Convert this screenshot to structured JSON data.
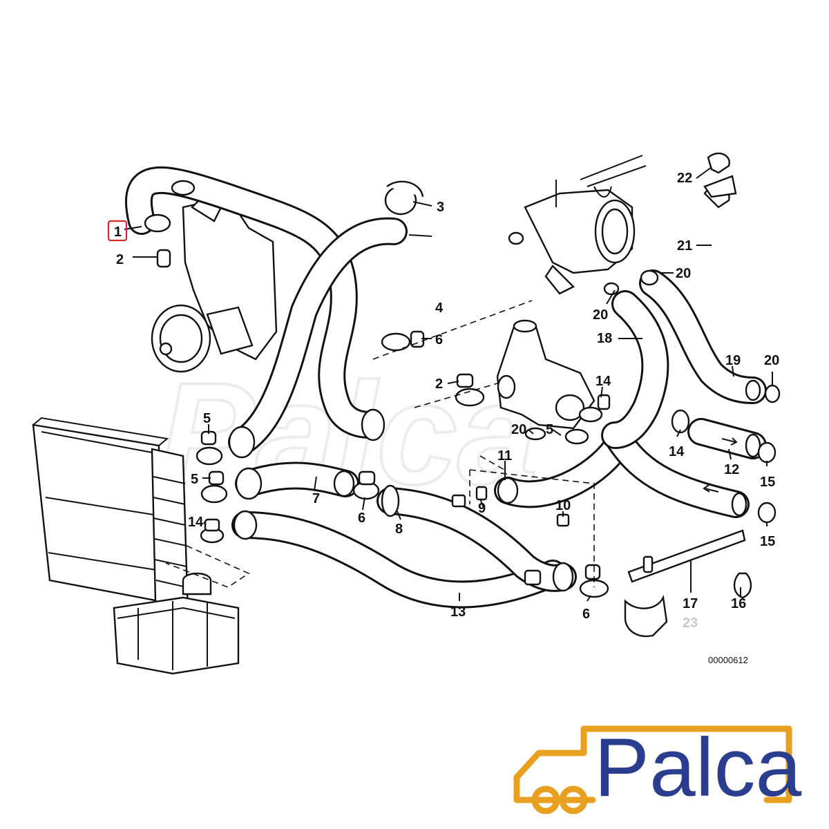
{
  "diagram": {
    "callouts": [
      {
        "id": "1",
        "text": "1",
        "highlighted": true
      },
      {
        "id": "2a",
        "text": "2"
      },
      {
        "id": "3",
        "text": "3"
      },
      {
        "id": "4",
        "text": "4"
      },
      {
        "id": "6a",
        "text": "6"
      },
      {
        "id": "2b",
        "text": "2"
      },
      {
        "id": "14a",
        "text": "14"
      },
      {
        "id": "20a",
        "text": "20"
      },
      {
        "id": "20b",
        "text": "20"
      },
      {
        "id": "22",
        "text": "22"
      },
      {
        "id": "21",
        "text": "21"
      },
      {
        "id": "18",
        "text": "18"
      },
      {
        "id": "19",
        "text": "19"
      },
      {
        "id": "20c",
        "text": "20"
      },
      {
        "id": "5a",
        "text": "5"
      },
      {
        "id": "5b",
        "text": "5"
      },
      {
        "id": "14b",
        "text": "14"
      },
      {
        "id": "7",
        "text": "7"
      },
      {
        "id": "6b",
        "text": "6"
      },
      {
        "id": "8",
        "text": "8"
      },
      {
        "id": "9",
        "text": "9"
      },
      {
        "id": "10",
        "text": "10"
      },
      {
        "id": "11",
        "text": "11"
      },
      {
        "id": "20d",
        "text": "20"
      },
      {
        "id": "5c",
        "text": "5"
      },
      {
        "id": "14c",
        "text": "14"
      },
      {
        "id": "12",
        "text": "12"
      },
      {
        "id": "15a",
        "text": "15"
      },
      {
        "id": "15b",
        "text": "15"
      },
      {
        "id": "13",
        "text": "13"
      },
      {
        "id": "6c",
        "text": "6"
      },
      {
        "id": "17",
        "text": "17"
      },
      {
        "id": "16",
        "text": "16"
      },
      {
        "id": "23",
        "text": "23",
        "faded": true
      }
    ],
    "drawing_code": "00000612"
  },
  "watermark": {
    "text": "Palca"
  },
  "logo": {
    "text": "Palca",
    "colors": {
      "text": "#2b3d8f",
      "truck": "#e8a020"
    }
  },
  "highlight_color": "#d62828"
}
